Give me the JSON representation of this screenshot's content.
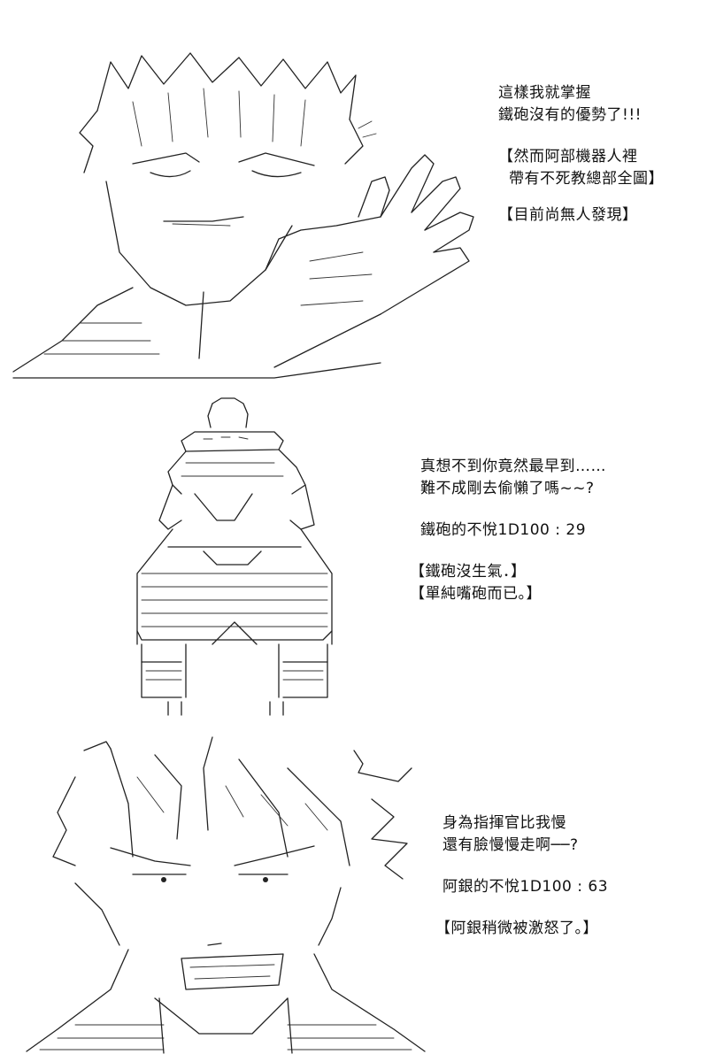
{
  "panels": [
    {
      "lines": [
        "這樣我就掌握",
        "鐵砲沒有的優勢了!!!",
        "【然而阿部機器人裡",
        "帶有不死教總部全圖】",
        "【目前尚無人發現】"
      ]
    },
    {
      "lines": [
        "真想不到你竟然最早到……",
        "難不成剛去偷懶了嗎~~?",
        "鐵砲的不悅1D100 : 29",
        "【鐵砲沒生氣．】",
        "【單純嘴砲而已。】"
      ]
    },
    {
      "lines": [
        "身為指揮官比我慢",
        "還有臉慢慢走啊──?",
        "阿銀的不悅1D100 : 63",
        "【阿銀稍微被激怒了。】"
      ]
    }
  ]
}
